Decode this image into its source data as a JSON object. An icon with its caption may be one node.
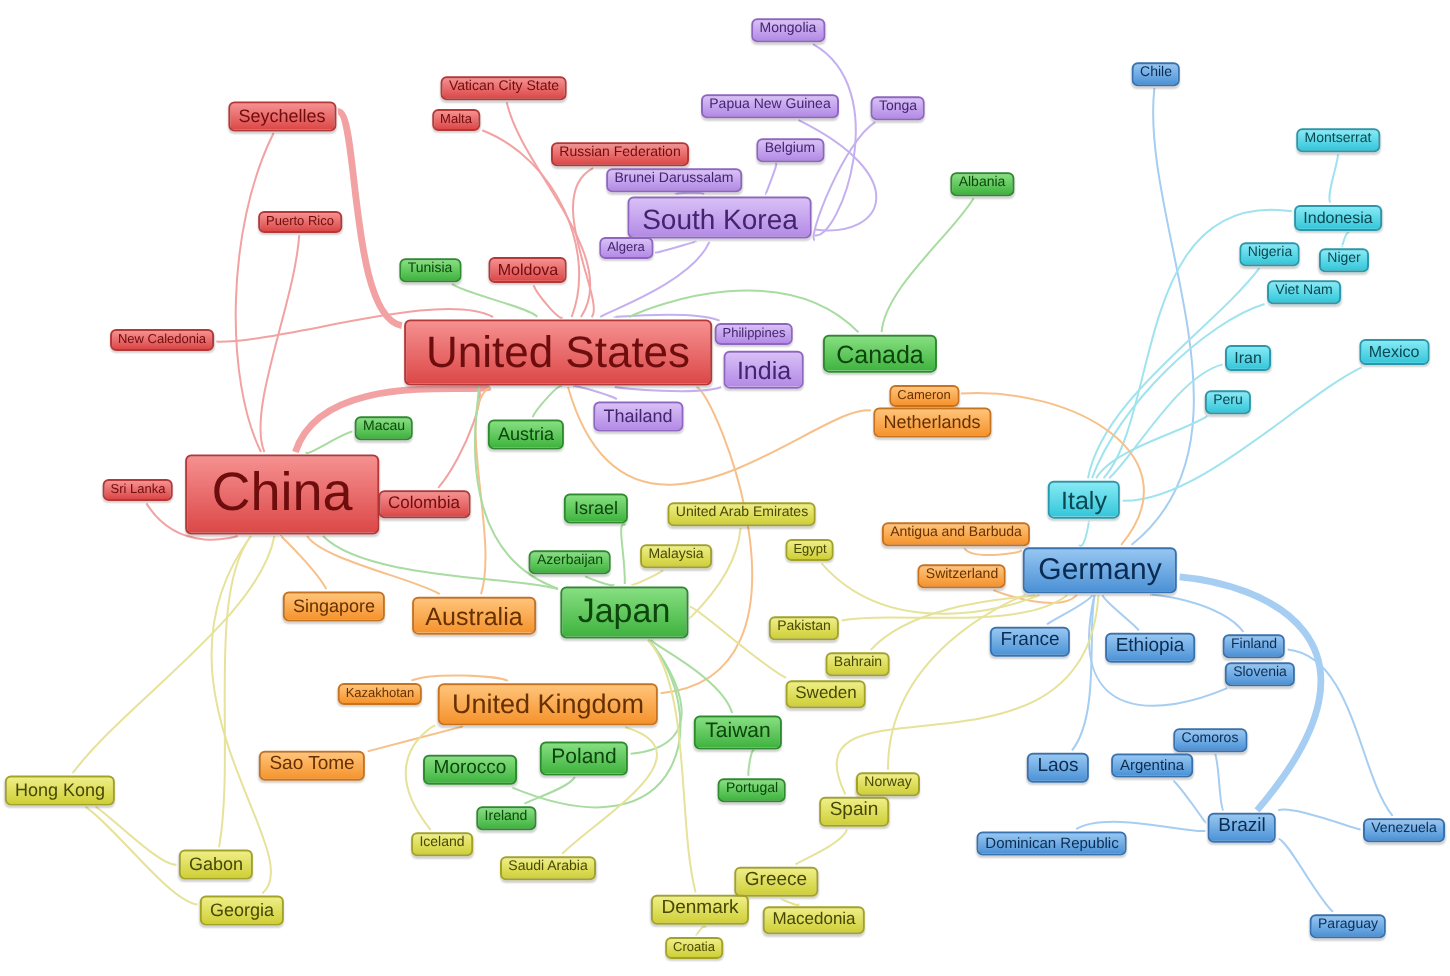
{
  "diagram": {
    "nodes": [
      {
        "text": [
          "Mongolia"
        ]
      },
      {
        "text": [
          "Chile"
        ]
      },
      {
        "text": [
          "Vatican City State"
        ]
      },
      {
        "text": [
          "Papua New Guinea"
        ]
      },
      {
        "text": [
          "Tonga"
        ]
      },
      {
        "text": [
          "Seychelles"
        ]
      },
      {
        "text": [
          "Malta"
        ]
      },
      {
        "text": [
          "Montserrat"
        ]
      },
      {
        "text": [
          "Belgium"
        ]
      },
      {
        "text": [
          "Russian Federation"
        ]
      },
      {
        "text": [
          "Brunei Darussalam"
        ]
      },
      {
        "text": [
          "Albania"
        ]
      },
      {
        "text": [
          "South Korea"
        ]
      },
      {
        "text": [
          "Indonesia"
        ]
      },
      {
        "text": [
          "Puerto Rico"
        ]
      },
      {
        "text": [
          "Algera"
        ]
      },
      {
        "text": [
          "Nigeria"
        ]
      },
      {
        "text": [
          "Niger"
        ]
      },
      {
        "text": [
          "Tunisia"
        ]
      },
      {
        "text": [
          "Moldova"
        ]
      },
      {
        "text": [
          "Viet Nam"
        ]
      },
      {
        "text": [
          "Philippines"
        ]
      },
      {
        "text": [
          "New Caledonia"
        ]
      },
      {
        "text": [
          "United States"
        ]
      },
      {
        "text": [
          "Canada"
        ]
      },
      {
        "text": [
          "Mexico"
        ]
      },
      {
        "text": [
          "Iran"
        ]
      },
      {
        "text": [
          "India"
        ]
      },
      {
        "text": [
          "Cameron"
        ]
      },
      {
        "text": [
          "Peru"
        ]
      },
      {
        "text": [
          "Thailand"
        ]
      },
      {
        "text": [
          "Netherlands"
        ]
      },
      {
        "text": [
          "Macau"
        ]
      },
      {
        "text": [
          "Austria"
        ]
      },
      {
        "text": [
          "China"
        ]
      },
      {
        "text": [
          "Sri Lanka"
        ]
      },
      {
        "text": [
          "Italy"
        ]
      },
      {
        "text": [
          "Colombia"
        ]
      },
      {
        "text": [
          "Israel"
        ]
      },
      {
        "text": [
          "United Arab Emirates"
        ]
      },
      {
        "text": [
          "Antigua and Barbuda"
        ]
      },
      {
        "text": [
          "Egypt"
        ]
      },
      {
        "text": [
          "Malaysia"
        ]
      },
      {
        "text": [
          "Azerbaijan"
        ]
      },
      {
        "text": [
          "Germany"
        ]
      },
      {
        "text": [
          "Switzerland"
        ]
      },
      {
        "text": [
          "Singapore"
        ]
      },
      {
        "text": [
          "Japan"
        ]
      },
      {
        "text": [
          "Australia"
        ]
      },
      {
        "text": [
          "Pakistan"
        ]
      },
      {
        "text": [
          "France"
        ]
      },
      {
        "text": [
          "Ethiopia"
        ]
      },
      {
        "text": [
          "Finland"
        ]
      },
      {
        "text": [
          "Bahrain"
        ]
      },
      {
        "text": [
          "Slovenia"
        ]
      },
      {
        "text": [
          "Kazakhotan"
        ]
      },
      {
        "text": [
          "Sweden"
        ]
      },
      {
        "text": [
          "United Kingdom"
        ]
      },
      {
        "text": [
          "Taiwan"
        ]
      },
      {
        "text": [
          "Comoros"
        ]
      },
      {
        "text": [
          "Poland"
        ]
      },
      {
        "text": [
          "Sao Tome"
        ]
      },
      {
        "text": [
          "Laos"
        ]
      },
      {
        "text": [
          "Argentina"
        ]
      },
      {
        "text": [
          "Morocco"
        ]
      },
      {
        "text": [
          "Hong Kong"
        ]
      },
      {
        "text": [
          "Norway"
        ]
      },
      {
        "text": [
          "Portugal"
        ]
      },
      {
        "text": [
          "Spain"
        ]
      },
      {
        "text": [
          "Ireland"
        ]
      },
      {
        "text": [
          "Brazil"
        ]
      },
      {
        "text": [
          "Venezuela"
        ]
      },
      {
        "text": [
          "Iceland"
        ]
      },
      {
        "text": [
          "Dominican Republic"
        ]
      },
      {
        "text": [
          "Gabon"
        ]
      },
      {
        "text": [
          "Saudi Arabia"
        ]
      },
      {
        "text": [
          "Greece"
        ]
      },
      {
        "text": [
          "Georgia"
        ]
      },
      {
        "text": [
          "Denmark"
        ]
      },
      {
        "text": [
          "Macedonia"
        ]
      },
      {
        "text": [
          "Paraguay"
        ]
      },
      {
        "text": [
          "Croatia"
        ]
      }
    ],
    "edges": [
      {
        "from": 5,
        "to": 23,
        "arrow": "none",
        "style": "thick"
      },
      {
        "from": 5,
        "to": 34,
        "arrow": "none"
      },
      {
        "from": 14,
        "to": 34,
        "arrow": "none"
      },
      {
        "from": 22,
        "to": 23,
        "arrow": "none"
      },
      {
        "from": 35,
        "to": 34,
        "arrow": "none"
      },
      {
        "from": 37,
        "to": 23,
        "arrow": "none"
      },
      {
        "from": 6,
        "to": 23,
        "arrow": "none"
      },
      {
        "from": 2,
        "to": 23,
        "arrow": "none"
      },
      {
        "from": 9,
        "to": 23,
        "arrow": "none"
      },
      {
        "from": 19,
        "to": 23,
        "arrow": "none"
      },
      {
        "from": 34,
        "to": 23,
        "arrow": "none",
        "style": "thick"
      },
      {
        "from": 65,
        "to": 34,
        "arrow": "none",
        "color": "#e6e29a"
      },
      {
        "from": 65,
        "to": 74,
        "arrow": "none",
        "color": "#e6e29a"
      },
      {
        "from": 65,
        "to": 77,
        "arrow": "none",
        "color": "#e6e29a"
      },
      {
        "from": 74,
        "to": 34,
        "arrow": "none",
        "color": "#e6e29a"
      },
      {
        "from": 77,
        "to": 34,
        "arrow": "none",
        "color": "#e6e29a"
      },
      {
        "from": 61,
        "to": 57,
        "arrow": "none",
        "color": "#f7c08a"
      },
      {
        "from": 46,
        "to": 34,
        "arrow": "none",
        "color": "#f7c08a"
      },
      {
        "from": 55,
        "to": 57,
        "arrow": "none",
        "color": "#f7c08a"
      },
      {
        "from": 48,
        "to": 23,
        "arrow": "none",
        "color": "#f7c08a"
      },
      {
        "from": 57,
        "to": 23,
        "arrow": "none",
        "color": "#f7c08a"
      },
      {
        "from": 0,
        "to": 12,
        "arrow": "none",
        "color": "#c4b0f0"
      },
      {
        "from": 3,
        "to": 12,
        "arrow": "none",
        "color": "#c4b0f0"
      },
      {
        "from": 4,
        "to": 12,
        "arrow": "none",
        "color": "#c4b0f0"
      },
      {
        "from": 8,
        "to": 12,
        "arrow": "none",
        "color": "#c4b0f0"
      },
      {
        "from": 10,
        "to": 12,
        "arrow": "none",
        "color": "#c4b0f0"
      },
      {
        "from": 15,
        "to": 12,
        "arrow": "none",
        "color": "#c4b0f0"
      },
      {
        "from": 12,
        "to": 23,
        "arrow": "none",
        "color": "#c4b0f0"
      },
      {
        "from": 27,
        "to": 23,
        "arrow": "none",
        "color": "#c4b0f0"
      },
      {
        "from": 30,
        "to": 23,
        "arrow": "none",
        "color": "#c4b0f0"
      },
      {
        "from": 21,
        "to": 23,
        "arrow": "none",
        "color": "#c4b0f0"
      },
      {
        "from": 18,
        "to": 23,
        "arrow": "none",
        "color": "#a8dca0"
      },
      {
        "from": 32,
        "to": 34,
        "arrow": "none",
        "color": "#a8dca0"
      },
      {
        "from": 33,
        "to": 23,
        "arrow": "none",
        "color": "#a8dca0"
      },
      {
        "from": 47,
        "to": 23,
        "arrow": "none",
        "color": "#a8dca0"
      },
      {
        "from": 24,
        "to": 23,
        "arrow": "none",
        "color": "#a8dca0"
      },
      {
        "from": 38,
        "to": 47,
        "arrow": "none",
        "color": "#a8dca0"
      },
      {
        "from": 43,
        "to": 47,
        "arrow": "none",
        "color": "#a8dca0"
      },
      {
        "from": 64,
        "to": 47,
        "arrow": "none",
        "color": "#a8dca0"
      },
      {
        "from": 60,
        "to": 47,
        "arrow": "none",
        "color": "#a8dca0"
      },
      {
        "from": 58,
        "to": 47,
        "arrow": "none",
        "color": "#a8dca0"
      },
      {
        "from": 69,
        "to": 60,
        "arrow": "none",
        "color": "#a8dca0"
      },
      {
        "from": 67,
        "to": 58,
        "arrow": "none",
        "color": "#a8dca0"
      },
      {
        "from": 11,
        "to": 24,
        "arrow": "none",
        "color": "#a8dca0"
      },
      {
        "from": 31,
        "to": 23,
        "arrow": "none",
        "color": "#f7c08a"
      },
      {
        "from": 1,
        "to": 44,
        "arrow": "none",
        "color": "#a6cdf2"
      },
      {
        "from": 7,
        "to": 13,
        "arrow": "none",
        "color": "#9fe3ef"
      },
      {
        "from": 13,
        "to": 36,
        "arrow": "none",
        "color": "#9fe3ef"
      },
      {
        "from": 16,
        "to": 36,
        "arrow": "none",
        "color": "#9fe3ef"
      },
      {
        "from": 20,
        "to": 36,
        "arrow": "none",
        "color": "#9fe3ef"
      },
      {
        "from": 26,
        "to": 36,
        "arrow": "none",
        "color": "#9fe3ef"
      },
      {
        "from": 29,
        "to": 36,
        "arrow": "none",
        "color": "#9fe3ef"
      },
      {
        "from": 25,
        "to": 36,
        "arrow": "none",
        "color": "#9fe3ef"
      },
      {
        "from": 17,
        "to": 13,
        "arrow": "none",
        "color": "#9fe3ef"
      },
      {
        "from": 36,
        "to": 44,
        "arrow": "none",
        "color": "#9fe3ef"
      },
      {
        "from": 50,
        "to": 44,
        "arrow": "none",
        "color": "#a6cdf2"
      },
      {
        "from": 51,
        "to": 44,
        "arrow": "none",
        "color": "#a6cdf2"
      },
      {
        "from": 52,
        "to": 44,
        "arrow": "none",
        "color": "#a6cdf2"
      },
      {
        "from": 54,
        "to": 44,
        "arrow": "none",
        "color": "#a6cdf2"
      },
      {
        "from": 62,
        "to": 44,
        "arrow": "none",
        "color": "#a6cdf2"
      },
      {
        "from": 63,
        "to": 70,
        "arrow": "none",
        "color": "#a6cdf2"
      },
      {
        "from": 59,
        "to": 70,
        "arrow": "none",
        "color": "#a6cdf2"
      },
      {
        "from": 70,
        "to": 44,
        "arrow": "none",
        "style": "thick",
        "color": "#a6cdf2"
      },
      {
        "from": 73,
        "to": 70,
        "arrow": "none",
        "color": "#a6cdf2"
      },
      {
        "from": 71,
        "to": 70,
        "arrow": "none",
        "color": "#a6cdf2"
      },
      {
        "from": 71,
        "to": 52,
        "arrow": "none",
        "color": "#a6cdf2"
      },
      {
        "from": 80,
        "to": 70,
        "arrow": "none",
        "color": "#a6cdf2"
      },
      {
        "from": 45,
        "to": 44,
        "arrow": "none",
        "color": "#f7c08a"
      },
      {
        "from": 40,
        "to": 44,
        "arrow": "none",
        "color": "#f7c08a"
      },
      {
        "from": 68,
        "to": 44,
        "arrow": "none",
        "color": "#e6e29a"
      },
      {
        "from": 56,
        "to": 47,
        "arrow": "none",
        "color": "#e6e29a"
      },
      {
        "from": 76,
        "to": 68,
        "arrow": "none",
        "color": "#e6e29a"
      },
      {
        "from": 78,
        "to": 47,
        "arrow": "none",
        "color": "#e6e29a"
      },
      {
        "from": 79,
        "to": 76,
        "arrow": "none",
        "color": "#e6e29a"
      },
      {
        "from": 81,
        "to": 78,
        "arrow": "none",
        "color": "#e6e29a"
      },
      {
        "from": 75,
        "to": 57,
        "arrow": "none",
        "color": "#e6e29a"
      },
      {
        "from": 72,
        "to": 57,
        "arrow": "none",
        "color": "#e6e29a"
      },
      {
        "from": 39,
        "to": 47,
        "arrow": "none",
        "color": "#e6e29a"
      },
      {
        "from": 42,
        "to": 47,
        "arrow": "none",
        "color": "#e6e29a"
      },
      {
        "from": 41,
        "to": 44,
        "arrow": "none",
        "color": "#e6e29a"
      },
      {
        "from": 49,
        "to": 44,
        "arrow": "none",
        "color": "#e6e29a"
      },
      {
        "from": 53,
        "to": 44,
        "arrow": "none",
        "color": "#e6e29a"
      },
      {
        "from": 66,
        "to": 44,
        "arrow": "none",
        "color": "#e6e29a"
      },
      {
        "from": 28,
        "to": 44,
        "arrow": "none",
        "color": "#f7c08a"
      },
      {
        "from": 48,
        "to": 34,
        "arrow": "none",
        "color": "#f7c08a"
      },
      {
        "from": 47,
        "to": 34,
        "arrow": "none",
        "color": "#a8dca0"
      }
    ]
  }
}
